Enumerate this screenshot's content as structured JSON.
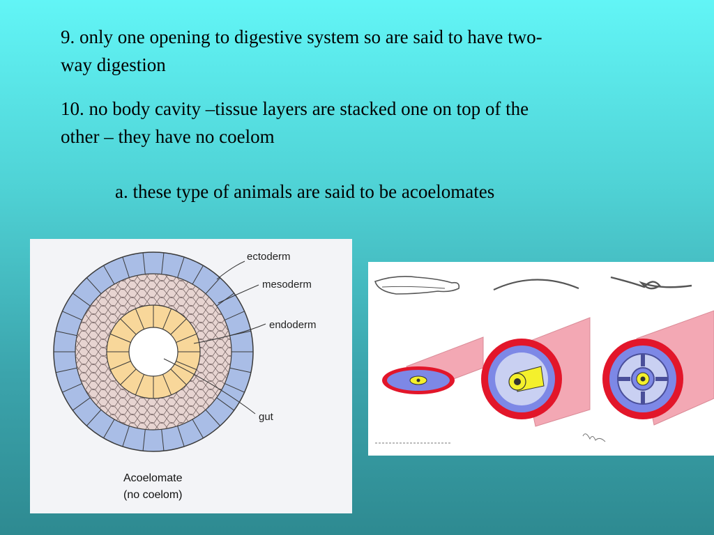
{
  "text": {
    "point9_line1": "9. only one opening to digestive system so are said to have two-",
    "point9_line2": "way digestion",
    "point10_line1": "10. no body cavity –tissue layers are stacked one on top of the",
    "point10_line2": "other – they have no coelom",
    "point_a": "a. these type of animals are said to be acoelomates"
  },
  "diagram_left": {
    "labels": {
      "ectoderm": "ectoderm",
      "mesoderm": "mesoderm",
      "endoderm": "endoderm",
      "gut": "gut"
    },
    "caption_line1": "Acoelomate",
    "caption_line2": "(no coelom)",
    "colors": {
      "ectoderm": "#a9bde6",
      "mesoderm": "#e7d4d1",
      "endoderm": "#f8d79a",
      "outline": "#3a3a3a"
    }
  },
  "diagram_right": {
    "colors": {
      "body_wall": "#f3a8b4",
      "outer_ring": "#e2162a",
      "mesoderm": "#7d88e6",
      "gut": "#f4f02c"
    }
  }
}
